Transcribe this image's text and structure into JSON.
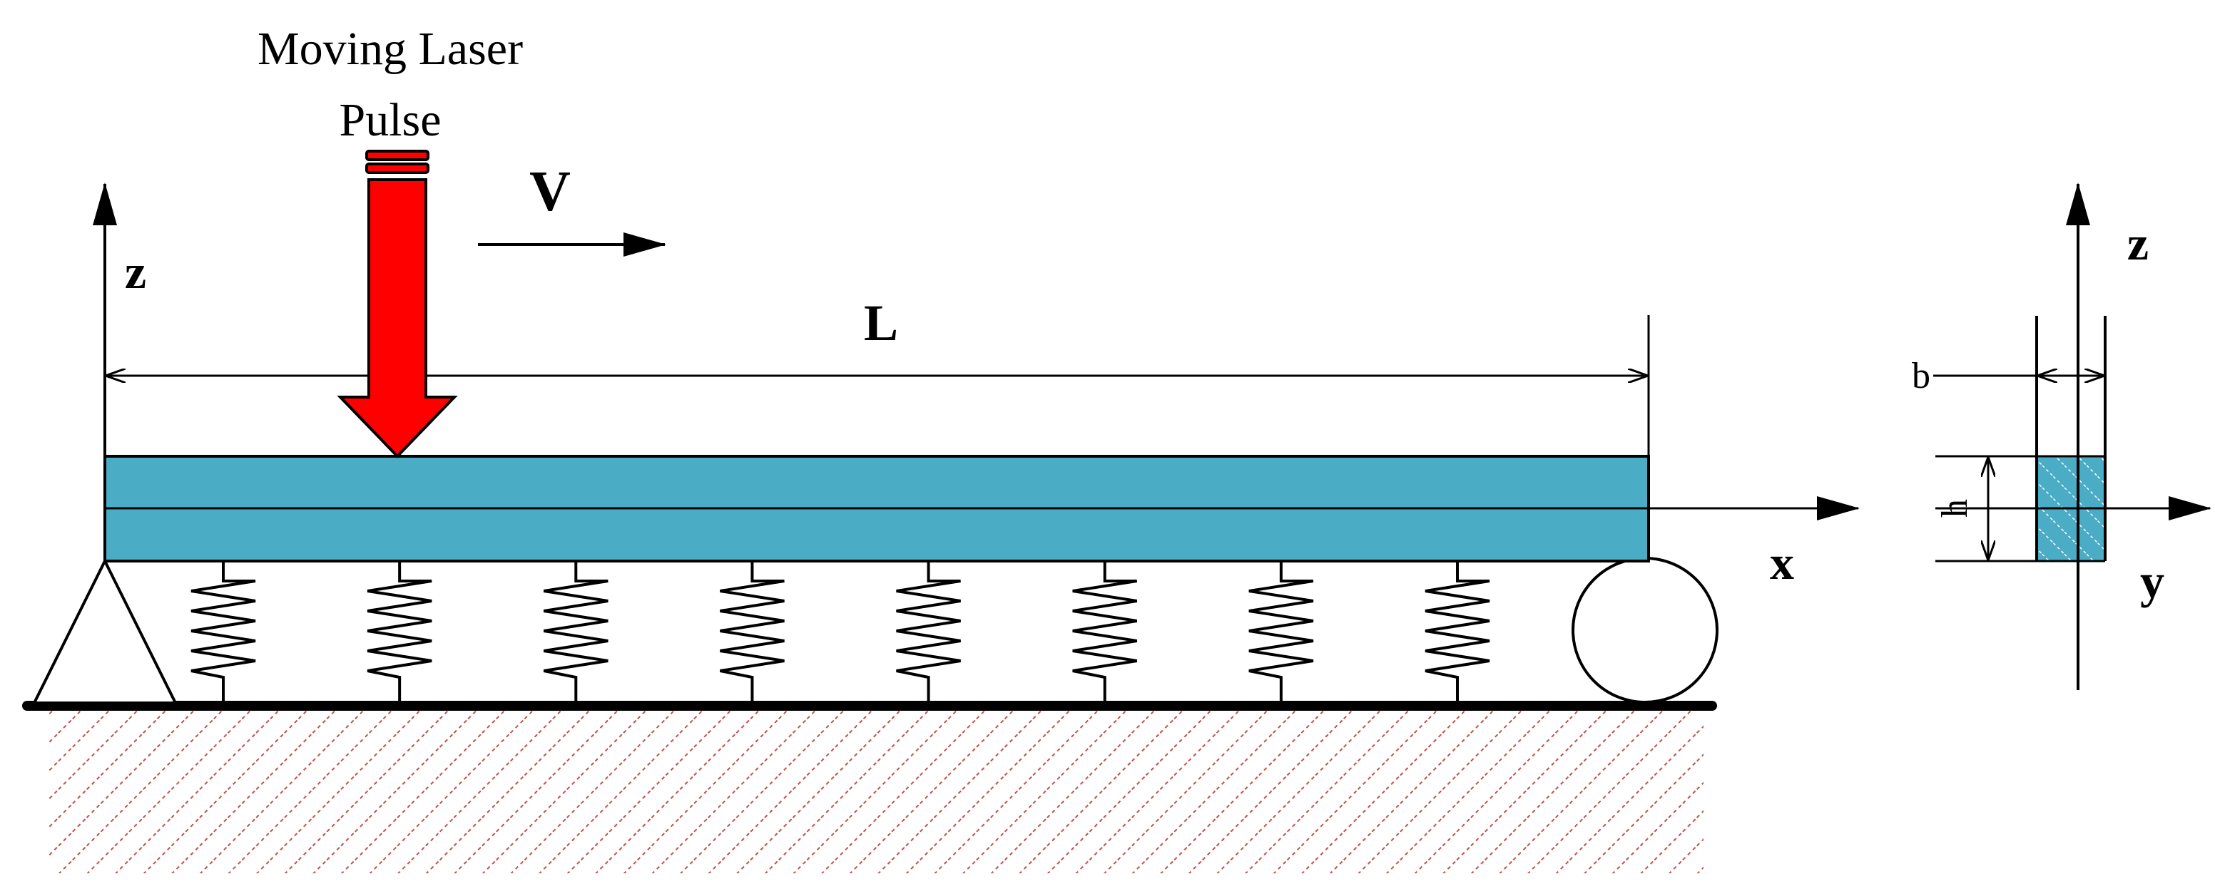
{
  "laser_label": {
    "line1": "Moving Laser",
    "line2": "Pulse"
  },
  "labels": {
    "velocity": "V",
    "length": "L",
    "z_axis": "z",
    "x_axis": "x",
    "cs_z_axis": "z",
    "cs_y_axis": "y",
    "width": "b",
    "height": "h"
  },
  "springs": {
    "count": 8
  },
  "colors": {
    "beam": "#4BACC6",
    "laser": "#FF0000",
    "ground_hatch": "#C0504D",
    "line": "#000000"
  }
}
